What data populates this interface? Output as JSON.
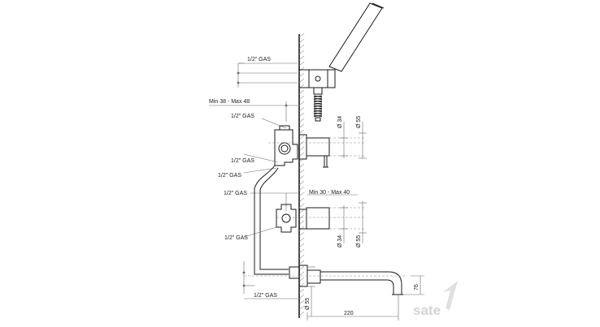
{
  "labels": {
    "gas_top": "1/2\" GAS",
    "min_max_upper": "Min 38 - Max 48",
    "gas_upper": "1/2\" GAS",
    "dia_34_upper": "Ø 34",
    "dia_55_upper": "Ø 55",
    "gas_mid_a": "1/2\" GAS",
    "gas_mid_b": "1/2\" GAS",
    "gas_mid_c": "1/2\" GAS",
    "min_max_lower": "Min 30 - Max 40",
    "gas_lower": "1/2\" GAS",
    "dia_34_lower": "Ø 34",
    "dia_55_lower": "Ø 55",
    "gas_bottom": "1/2\" GAS",
    "dia_55_spout": "Ø 55",
    "dim_220": "220",
    "dim_76": "76"
  },
  "watermark": {
    "text": "sate"
  }
}
